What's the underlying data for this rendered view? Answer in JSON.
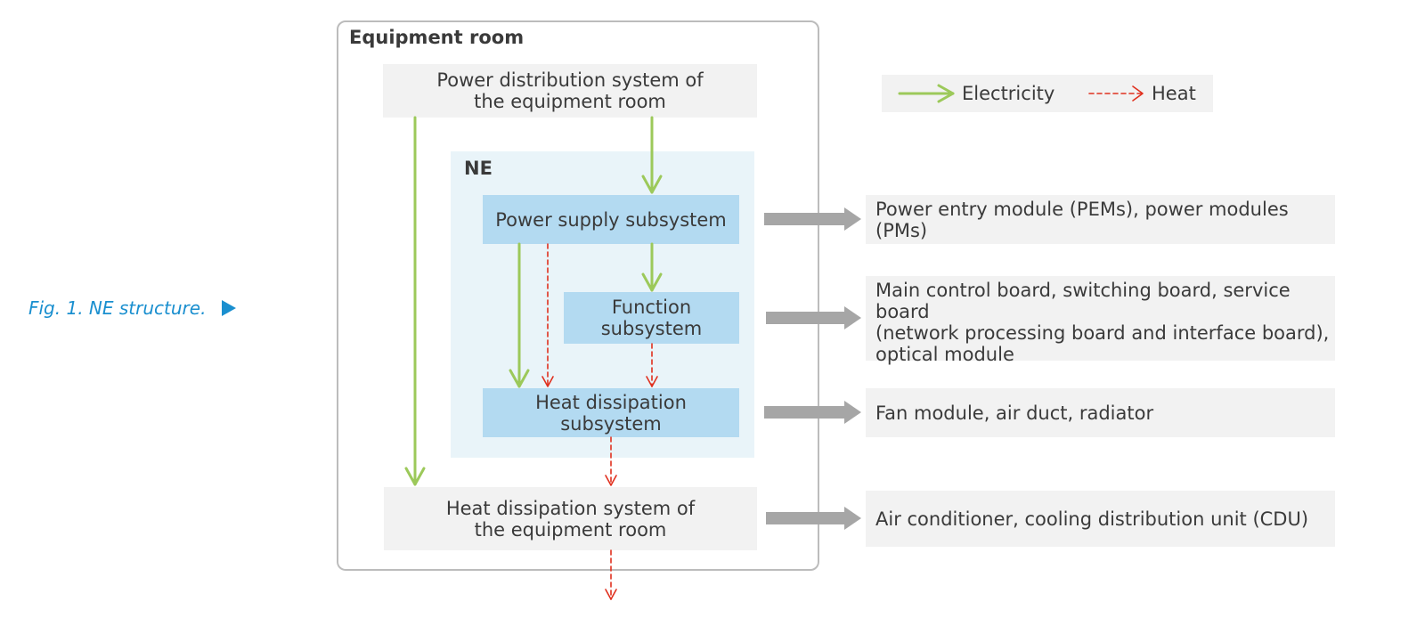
{
  "caption": "Fig. 1. NE structure.",
  "equipment_room": {
    "title": "Equipment room"
  },
  "power_distribution": {
    "line1": "Power distribution system of",
    "line2": "the equipment room"
  },
  "ne": {
    "title": "NE"
  },
  "power_supply": {
    "label": "Power supply subsystem"
  },
  "function": {
    "line1": "Function",
    "line2": "subsystem"
  },
  "heat_subsystem": {
    "label": "Heat dissipation subsystem"
  },
  "heat_room": {
    "line1": "Heat dissipation system of",
    "line2": "the equipment room"
  },
  "legend": {
    "electricity": "Electricity",
    "heat": "Heat"
  },
  "components": {
    "power": "Power entry module (PEMs), power modules (PMs)",
    "function_line1": "Main control board, switching board, service board",
    "function_line2": "(network processing board and interface board),",
    "function_line3": "optical module",
    "heat": "Fan module, air duct, radiator",
    "room_heat": "Air conditioner, cooling distribution unit (CDU)"
  },
  "colors": {
    "electricity": "#9cc95a",
    "heat": "#e0301e",
    "caption": "#1a8fcf",
    "subsystem": "#b3daf1",
    "ne_bg": "#e9f4f9",
    "box_gray": "#f2f2f2",
    "arrow_gray": "#a6a6a6"
  }
}
